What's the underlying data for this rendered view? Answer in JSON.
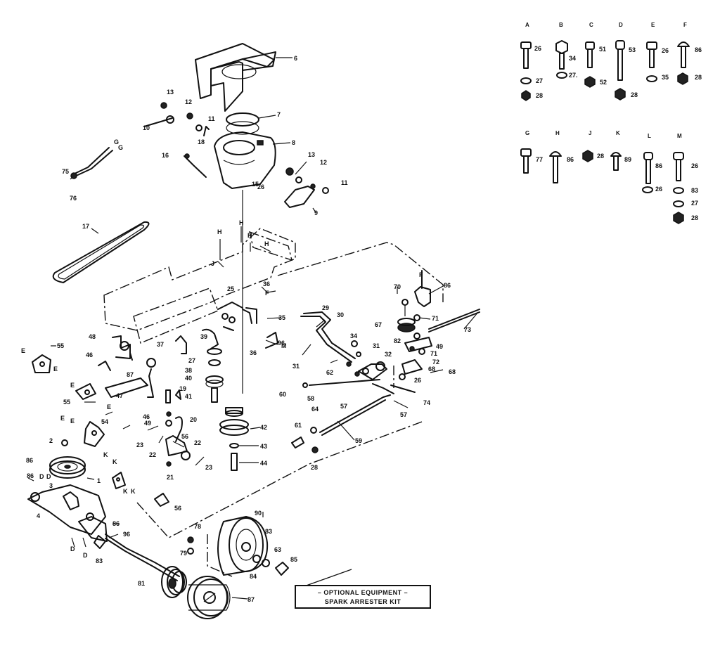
{
  "hardware_columns": [
    {
      "letter": "A",
      "labels": [
        "26",
        "27",
        "28"
      ]
    },
    {
      "letter": "B",
      "labels": [
        "34",
        "27."
      ]
    },
    {
      "letter": "C",
      "labels": [
        "51",
        "52"
      ]
    },
    {
      "letter": "D",
      "labels": [
        "53",
        "28"
      ]
    },
    {
      "letter": "E",
      "labels": [
        "26",
        "35"
      ]
    },
    {
      "letter": "F",
      "labels": [
        "86",
        "28"
      ]
    },
    {
      "letter": "G",
      "labels": [
        "77"
      ]
    },
    {
      "letter": "H",
      "labels": [
        "86"
      ]
    },
    {
      "letter": "J",
      "labels": [
        "28"
      ]
    },
    {
      "letter": "K",
      "labels": [
        "89"
      ]
    },
    {
      "letter": "L",
      "labels": [
        "86",
        "26"
      ]
    },
    {
      "letter": "M",
      "labels": [
        "26",
        "83",
        "27",
        "28"
      ]
    }
  ],
  "callouts": [
    "6",
    "7",
    "8",
    "9",
    "10",
    "11",
    "11",
    "12",
    "12",
    "13",
    "13",
    "15",
    "16",
    "17",
    "18",
    "19",
    "20",
    "21",
    "22",
    "22",
    "23",
    "23",
    "25",
    "26",
    "27",
    "28",
    "29",
    "30",
    "31",
    "31",
    "32",
    "34",
    "35",
    "36",
    "36",
    "37",
    "38",
    "39",
    "40",
    "41",
    "42",
    "43",
    "44",
    "46",
    "46",
    "47",
    "48",
    "49",
    "54",
    "55",
    "55",
    "56",
    "56",
    "57",
    "57",
    "58",
    "59",
    "60",
    "61",
    "62",
    "63",
    "64",
    "67",
    "68",
    "70",
    "71",
    "71",
    "72",
    "73",
    "74",
    "75",
    "76",
    "78",
    "79",
    "81",
    "82",
    "83",
    "83",
    "84",
    "85",
    "86",
    "86",
    "87",
    "90",
    "1",
    "2",
    "3",
    "4",
    "49",
    "68",
    "86",
    "87",
    "96",
    "96",
    "86",
    "26"
  ],
  "ref_letters": [
    "G",
    "G",
    "H",
    "H",
    "H",
    "H",
    "J",
    "F",
    "F",
    "M",
    "E",
    "E",
    "E",
    "E",
    "E",
    "E",
    "K",
    "K",
    "K",
    "K",
    "D",
    "D",
    "D",
    "D"
  ],
  "optional_box": {
    "line1": "– OPTIONAL EQUIPMENT –",
    "line2": "SPARK ARRESTER KIT"
  },
  "colors": {
    "ink": "#111111",
    "paper": "#ffffff"
  }
}
